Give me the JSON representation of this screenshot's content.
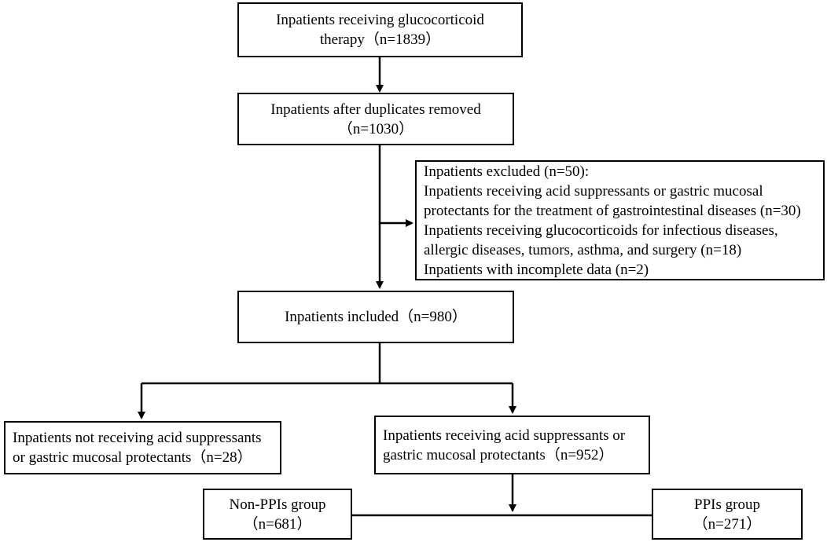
{
  "diagram": {
    "boxes": {
      "initial": [
        "Inpatients receiving glucocorticoid",
        "therapy（n=1839）"
      ],
      "deduplicated": [
        "Inpatients after duplicates removed",
        "（n=1030）"
      ],
      "excluded": [
        "Inpatients excluded (n=50):",
        "Inpatients receiving acid suppressants or gastric mucosal",
        "protectants for the treatment of gastrointestinal diseases (n=30)",
        "Inpatients receiving glucocorticoids for infectious diseases,",
        "allergic diseases, tumors, asthma, and surgery (n=18)",
        "Inpatients with incomplete data (n=2)"
      ],
      "included": [
        "Inpatients included（n=980）"
      ],
      "not_receiving": [
        "Inpatients not receiving acid suppressants",
        "or gastric mucosal protectants（n=28）"
      ],
      "receiving": [
        "Inpatients receiving acid suppressants or",
        "gastric mucosal protectants（n=952）"
      ],
      "non_ppis": [
        "Non-PPIs group",
        "（n=681）"
      ],
      "ppis": [
        "PPIs group",
        "（n=271）"
      ]
    }
  }
}
